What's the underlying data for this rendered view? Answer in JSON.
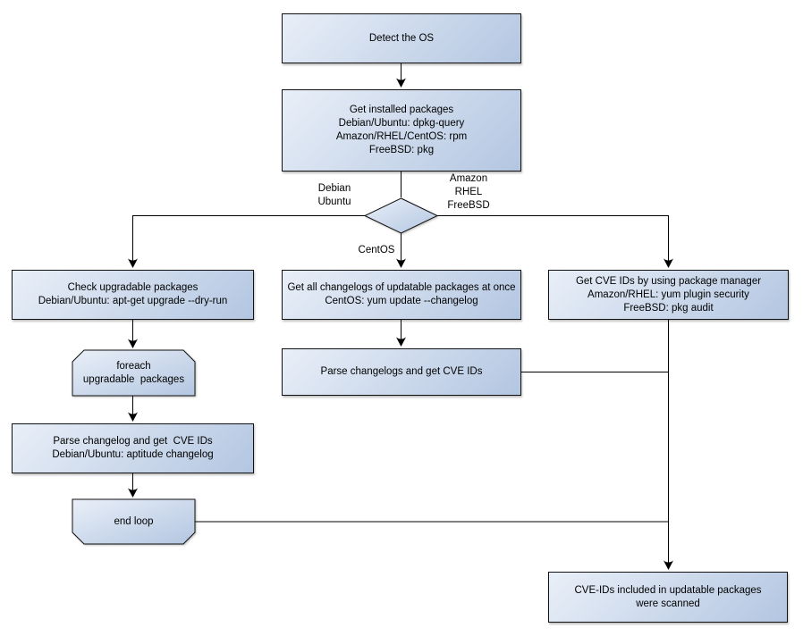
{
  "colors": {
    "node_fill_light": "#e9eff8",
    "node_fill_dark": "#b3c6e1",
    "node_border": "#111111",
    "connector": "#000000",
    "text_color": "#000000",
    "background": "#ffffff"
  },
  "nodes": {
    "detect_os": {
      "label": "Detect the OS"
    },
    "get_installed_packages": {
      "label": "Get installed packages\nDebian/Ubuntu: dpkg-query\nAmazon/RHEL/CentOS: rpm\nFreeBSD: pkg"
    },
    "check_upgradable": {
      "label": "Check upgradable packages\nDebian/Ubuntu: apt-get upgrade --dry-run"
    },
    "foreach_loop": {
      "label": "foreach\nupgradable  packages"
    },
    "parse_changelog": {
      "label": "Parse changelog and get  CVE IDs\nDebian/Ubuntu: aptitude changelog"
    },
    "end_loop": {
      "label": "end loop"
    },
    "get_all_changelogs": {
      "label": "Get all changelogs of updatable packages at once\nCentOS: yum update --changelog"
    },
    "parse_changelogs": {
      "label": "Parse changelogs and get CVE IDs"
    },
    "get_cve_ids": {
      "label": "Get CVE IDs by using package manager\nAmazon/RHEL: yum plugin security\nFreeBSD: pkg audit"
    },
    "cve_scanned": {
      "label": "CVE-IDs included in updatable packages\nwere scanned"
    }
  },
  "edge_labels": {
    "debian_ubuntu": "Debian\nUbuntu",
    "amazon_rhel_freebsd": "Amazon\nRHEL\nFreeBSD",
    "centos": "CentOS"
  }
}
